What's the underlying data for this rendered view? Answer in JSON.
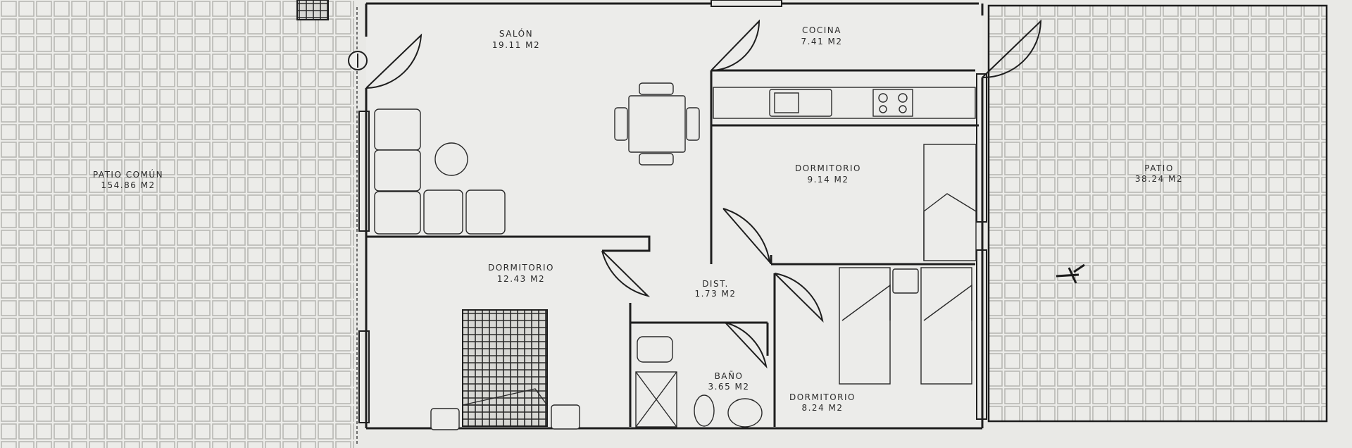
{
  "plan": {
    "rooms": [
      {
        "id": "salon",
        "name": "SALÓN",
        "area": "19.11 M2"
      },
      {
        "id": "cocina",
        "name": "COCINA",
        "area": "7.41 M2"
      },
      {
        "id": "dorm-kitchen",
        "name": "DORMITORIO",
        "area": "9.14 M2"
      },
      {
        "id": "dorm-main",
        "name": "DORMITORIO",
        "area": "12.43 M2"
      },
      {
        "id": "dist",
        "name": "DIST.",
        "area": "1.73 M2"
      },
      {
        "id": "bano",
        "name": "BAÑO",
        "area": "3.65 M2"
      },
      {
        "id": "dorm-twin",
        "name": "DORMITORIO",
        "area": "8.24 M2"
      },
      {
        "id": "patio-comun",
        "name": "PATIO COMÚN",
        "area": "154.86 M2"
      },
      {
        "id": "patio",
        "name": "PATIO",
        "area": "38.24 M2"
      }
    ],
    "colors": {
      "paper": "#e9e9e6",
      "ink": "#1e1e1e",
      "tile": "#bdbdb8"
    }
  }
}
